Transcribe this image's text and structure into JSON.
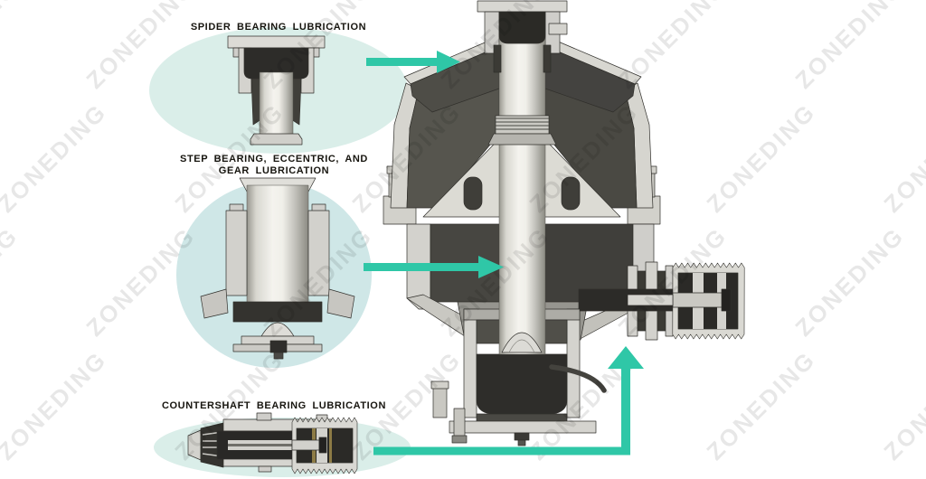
{
  "figure": {
    "type": "technical-cutaway-illustration",
    "subject": "Cone crusher lubrication points cutaway diagram",
    "callouts": {
      "spider": {
        "label": "SPIDER BEARING LUBRICATION"
      },
      "step": {
        "line1": "STEP BEARING, ECCENTRIC, AND",
        "line2": "GEAR LUBRICATION"
      },
      "countershaft": {
        "label": "COUNTERSHAFT BEARING LUBRICATION"
      }
    },
    "watermark": {
      "text": "ZONEDING",
      "opacity": 0.09
    },
    "colors": {
      "arrow": "#2fc7a7",
      "halo_mint": "#daeee9",
      "halo_blue": "#cfe7e7",
      "paper": "#ffffff",
      "label_ink": "#17150f"
    }
  }
}
